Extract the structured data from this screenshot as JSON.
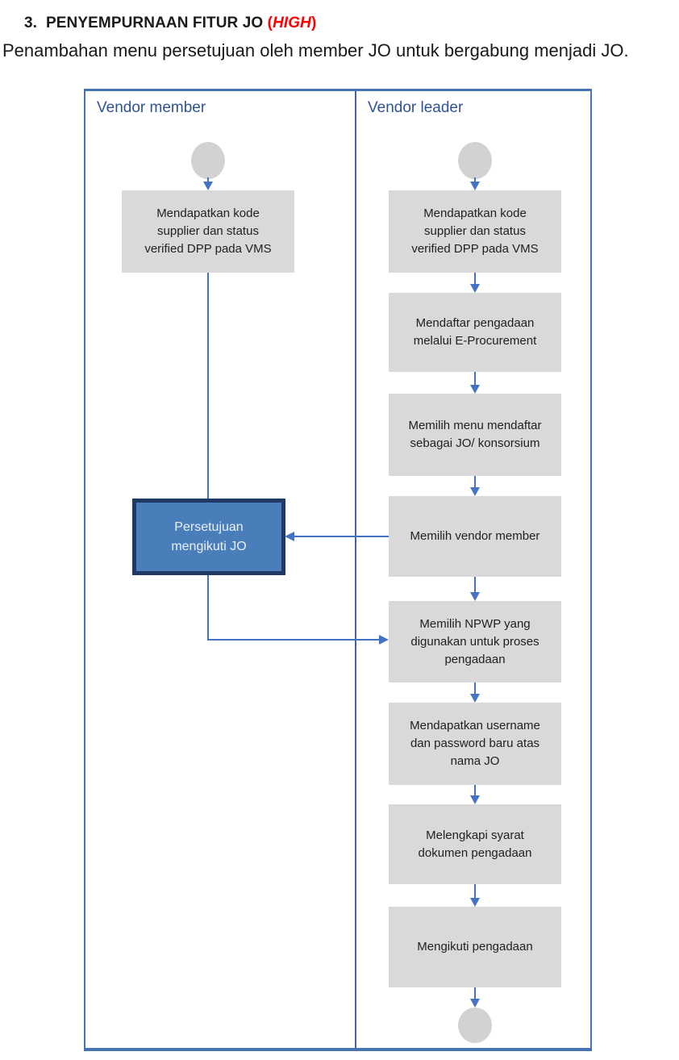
{
  "heading": {
    "number": "3.",
    "title": "PENYEMPURNAAN FITUR JO ",
    "priority_open": "(",
    "priority": "HIGH",
    "priority_close": ")",
    "priority_color": "#FF0000",
    "description": "Penambahan menu persetujuan oleh member JO untuk bergabung menjadi JO."
  },
  "diagram": {
    "accent_color": "#4472C4",
    "box_fill": "#D9D9D9",
    "approval_fill": "#4A7EBB",
    "approval_border": "#1F3864",
    "lane_title_color": "#2F5496",
    "lanes": [
      {
        "title": "Vendor member"
      },
      {
        "title": "Vendor leader"
      }
    ],
    "member": {
      "steps": [
        "Mendapatkan kode supplier dan status verified DPP pada VMS"
      ],
      "approval": "Persetujuan mengikuti JO"
    },
    "leader": {
      "steps": [
        "Mendapatkan kode supplier dan status verified DPP pada VMS",
        "Mendaftar pengadaan melalui E-Procurement",
        "Memilih menu mendaftar sebagai JO/ konsorsium",
        "Memilih vendor member",
        "Memilih NPWP yang digunakan untuk proses pengadaan",
        "Mendapatkan username dan password baru atas nama JO",
        "Melengkapi syarat dokumen pengadaan",
        "Mengikuti pengadaan"
      ]
    }
  }
}
